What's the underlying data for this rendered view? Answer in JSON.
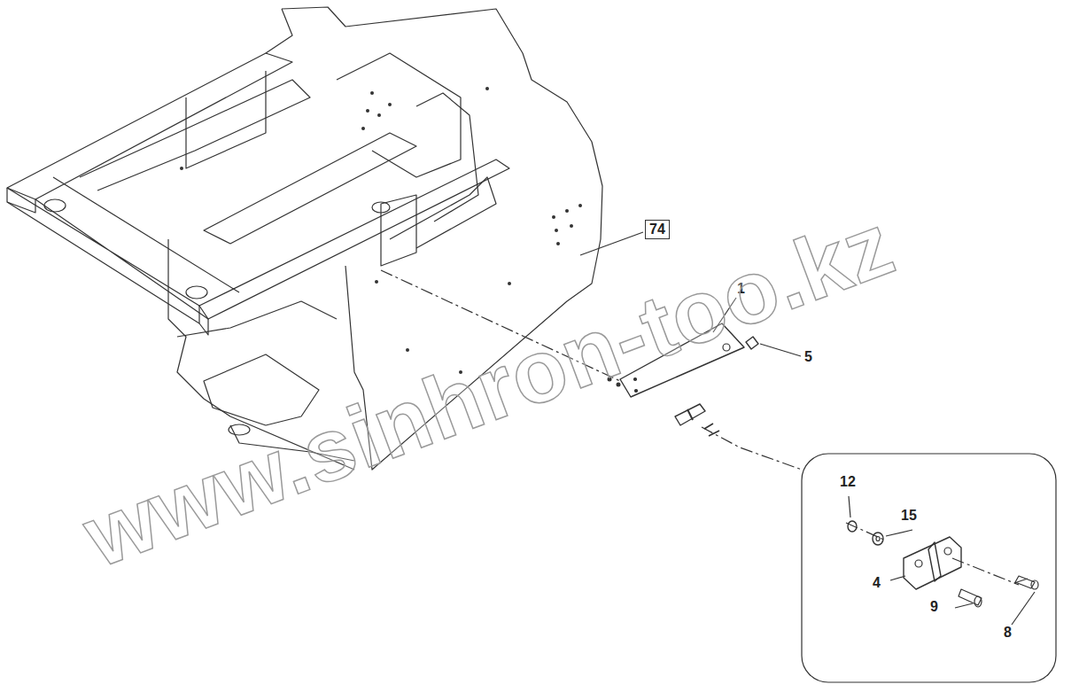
{
  "diagram": {
    "nodes": [
      {
        "text": [
          "74"
        ]
      }
    ],
    "labels": [
      "1",
      "5",
      "12",
      "15",
      "4",
      "9",
      "8",
      "www.sinhron-too.kz"
    ]
  }
}
